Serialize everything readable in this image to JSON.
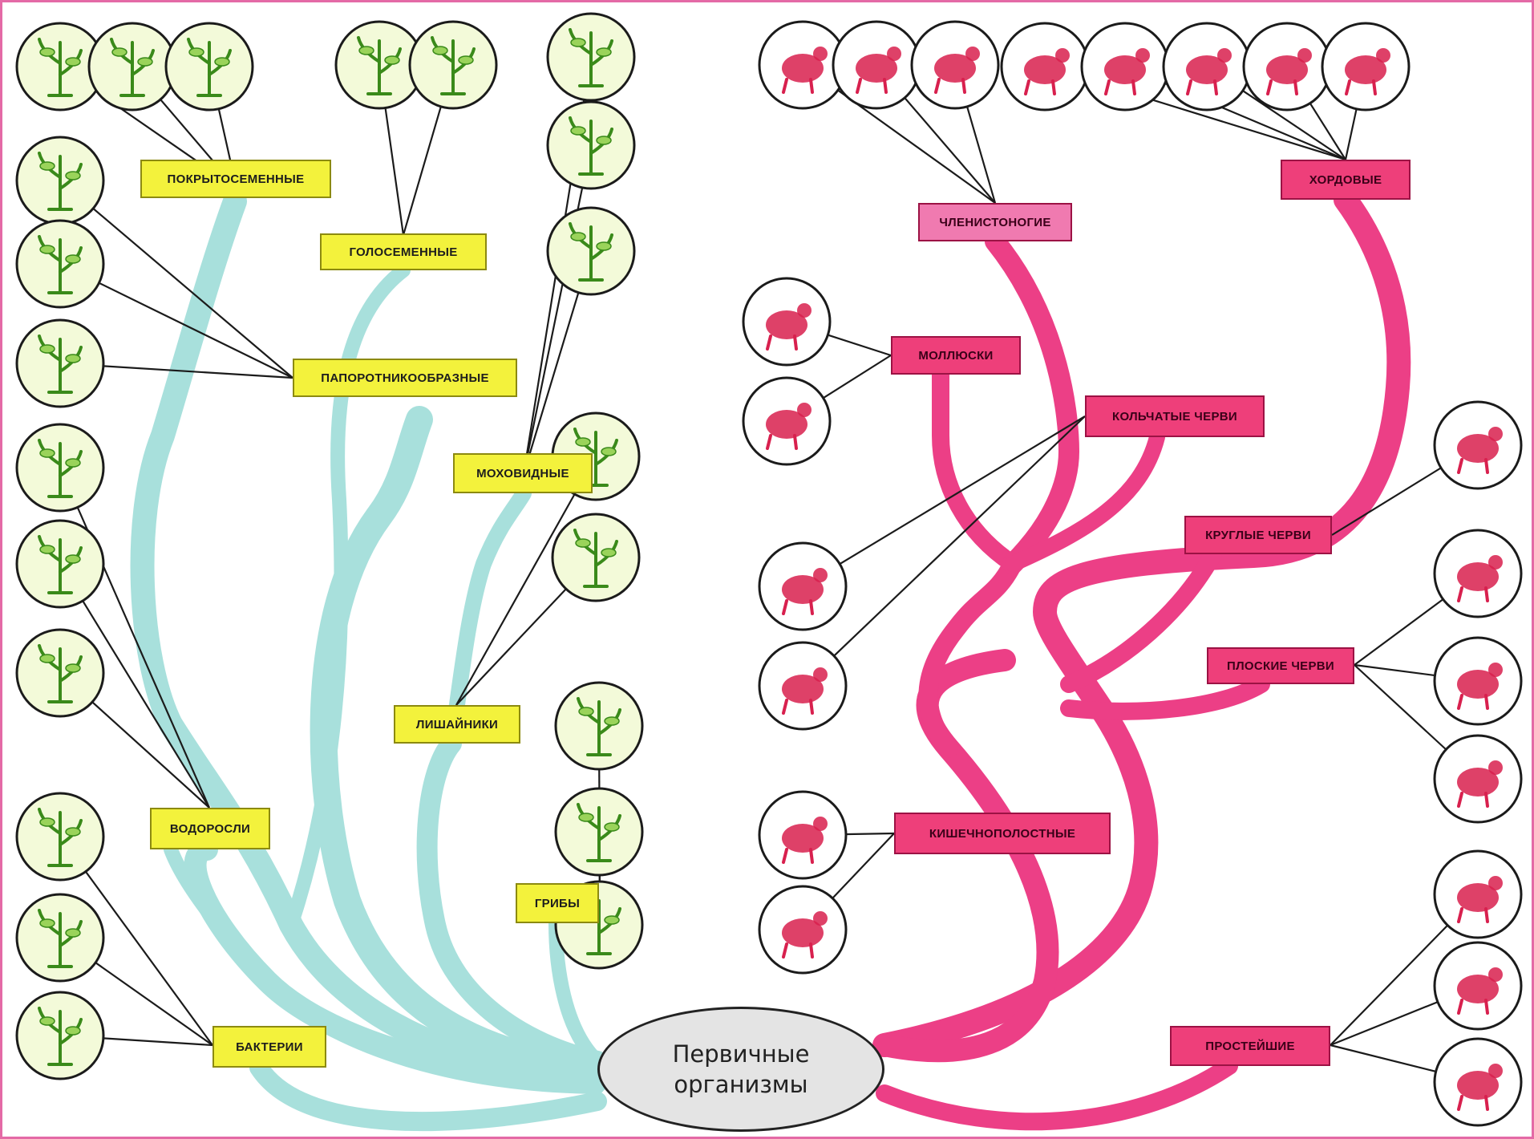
{
  "root": {
    "line1": "Первичные",
    "line2": "организмы"
  },
  "colors": {
    "plant_branch": "#a8e0dc",
    "animal_branch": "#ec3f86",
    "plant_label": "#f3f23c",
    "animal_label": "#ee3f7a",
    "plant_fill": "#f3fad9",
    "plant_ink": "#3a8a1a",
    "animal_ink": "#d8204e",
    "circle_stroke": "#1b1b1b"
  },
  "plant_groups": {
    "angiosperms": "ПОКРЫТОСЕМЕННЫЕ",
    "gymnosperms": "ГОЛОСЕМЕННЫЕ",
    "ferns": "ПАПОРОТНИКООБРАЗНЫЕ",
    "mosses": "МОХОВИДНЫЕ",
    "lichens": "ЛИШАЙНИКИ",
    "algae": "ВОДОРОСЛИ",
    "fungi": "ГРИБЫ",
    "bacteria": "БАКТЕРИИ"
  },
  "animal_groups": {
    "arthropods": "ЧЛЕНИСТОНОГИЕ",
    "chordates": "ХОРДОВЫЕ",
    "molluscs": "МОЛЛЮСКИ",
    "annelids": "КОЛЬЧАТЫЕ ЧЕРВИ",
    "roundworms": "КРУГЛЫЕ ЧЕРВИ",
    "flatworms": "ПЛОСКИЕ ЧЕРВИ",
    "cnidarians": "КИШЕЧНОПОЛОСТНЫЕ",
    "protozoa": "ПРОСТЕЙШИЕ"
  },
  "circles": [
    {
      "name": "oak-leaf-icon",
      "kind": "plant"
    },
    {
      "name": "flowering-plant-icon",
      "kind": "plant"
    },
    {
      "name": "cereal-icon",
      "kind": "plant"
    },
    {
      "name": "pine-branch-icon",
      "kind": "plant"
    },
    {
      "name": "pine-cone-icon",
      "kind": "plant"
    },
    {
      "name": "moss-shoots-icon",
      "kind": "plant"
    },
    {
      "name": "umbel-plant-icon",
      "kind": "plant"
    },
    {
      "name": "moss-stem-icon",
      "kind": "plant"
    },
    {
      "name": "horsetail-icon",
      "kind": "plant"
    },
    {
      "name": "fern-frond-icon",
      "kind": "plant"
    },
    {
      "name": "club-moss-icon",
      "kind": "plant"
    },
    {
      "name": "seaweed-icon",
      "kind": "plant"
    },
    {
      "name": "filament-alga-icon",
      "kind": "plant"
    },
    {
      "name": "chlamydomonas-icon",
      "kind": "plant"
    },
    {
      "name": "crustose-lichen-icon",
      "kind": "plant"
    },
    {
      "name": "cladonia-lichen-icon",
      "kind": "plant"
    },
    {
      "name": "mushroom-icon",
      "kind": "plant"
    },
    {
      "name": "mucor-mold-icon",
      "kind": "plant"
    },
    {
      "name": "yeast-icon",
      "kind": "plant"
    },
    {
      "name": "rod-bacteria-icon",
      "kind": "plant"
    },
    {
      "name": "chain-bacteria-icon",
      "kind": "plant"
    },
    {
      "name": "flagellate-bacteria-icon",
      "kind": "plant"
    },
    {
      "name": "crayfish-icon",
      "kind": "animal"
    },
    {
      "name": "spider-icon",
      "kind": "animal"
    },
    {
      "name": "butterfly-icon",
      "kind": "animal"
    },
    {
      "name": "fish-icon",
      "kind": "animal"
    },
    {
      "name": "frog-icon",
      "kind": "animal"
    },
    {
      "name": "turtle-icon",
      "kind": "animal"
    },
    {
      "name": "bird-icon",
      "kind": "animal"
    },
    {
      "name": "monkey-icon",
      "kind": "animal"
    },
    {
      "name": "clam-icon",
      "kind": "animal"
    },
    {
      "name": "snail-icon",
      "kind": "animal"
    },
    {
      "name": "earthworm-icon",
      "kind": "animal"
    },
    {
      "name": "leech-icon",
      "kind": "animal"
    },
    {
      "name": "roundworm-icon",
      "kind": "animal"
    },
    {
      "name": "planaria-icon",
      "kind": "animal"
    },
    {
      "name": "fluke-icon",
      "kind": "animal"
    },
    {
      "name": "tapeworm-icon",
      "kind": "animal"
    },
    {
      "name": "jellyfish-icon",
      "kind": "animal"
    },
    {
      "name": "hydra-icon",
      "kind": "animal"
    },
    {
      "name": "amoeba-icon",
      "kind": "animal"
    },
    {
      "name": "euglena-icon",
      "kind": "animal"
    },
    {
      "name": "paramecium-icon",
      "kind": "animal"
    }
  ]
}
